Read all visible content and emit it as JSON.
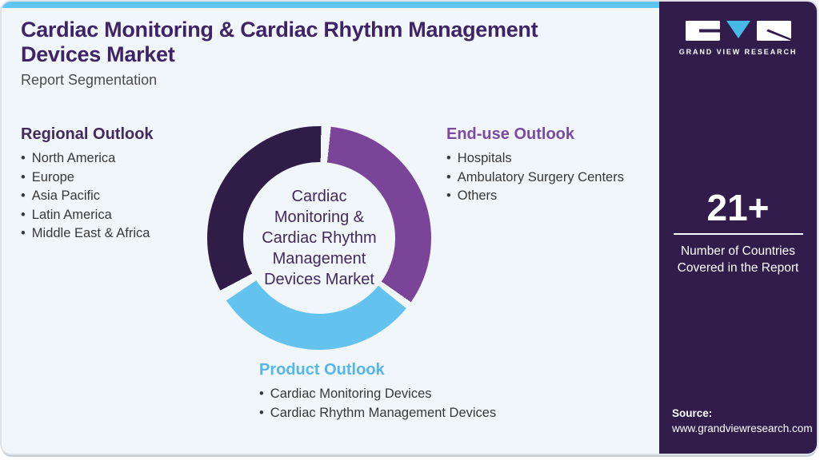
{
  "header": {
    "title_line1": "Cardiac Monitoring & Cardiac Rhythm Management",
    "title_line2": "Devices Market",
    "subtitle": "Report Segmentation"
  },
  "sections": {
    "regional": {
      "heading": "Regional Outlook",
      "accent": "#42295e",
      "items": [
        "North America",
        "Europe",
        "Asia Pacific",
        "Latin America",
        "Middle East & Africa"
      ]
    },
    "enduse": {
      "heading": "End-use Outlook",
      "accent": "#7b4aa3",
      "items": [
        "Hospitals",
        "Ambulatory Surgery Centers",
        "Others"
      ]
    },
    "product": {
      "heading": "Product Outlook",
      "accent": "#55b7e9",
      "items": [
        "Cardiac Monitoring Devices",
        "Cardiac Rhythm Management Devices"
      ]
    }
  },
  "donut": {
    "center_lines": [
      "Cardiac",
      "Monitoring &",
      "Cardiac Rhythm",
      "Management",
      "Devices Market"
    ],
    "rotate_from_deg": 242,
    "stops": [
      {
        "color": "#2f1c47",
        "from": 0,
        "to": 119
      },
      {
        "color": "#f0f6fa",
        "from": 119,
        "to": 124
      },
      {
        "color": "#7a4598",
        "from": 124,
        "to": 243
      },
      {
        "color": "#f0f6fa",
        "from": 243,
        "to": 247
      },
      {
        "color": "#64c2ee",
        "from": 247,
        "to": 354
      },
      {
        "color": "#f0f6fa",
        "from": 354,
        "to": 360
      }
    ]
  },
  "chart_data": {
    "type": "pie",
    "subtype": "donut",
    "title": "Cardiac Monitoring & Cardiac Rhythm Management Devices Market",
    "center_label": "Cardiac Monitoring & Cardiac Rhythm Management Devices Market",
    "segments": [
      {
        "label": "End-use Outlook",
        "color": "#7a4598",
        "arc_deg": 119,
        "approx_share_pct": 34
      },
      {
        "label": "Product Outlook",
        "color": "#64c2ee",
        "arc_deg": 107,
        "approx_share_pct": 31
      },
      {
        "label": "Regional Outlook",
        "color": "#2f1c47",
        "arc_deg": 119,
        "approx_share_pct": 35
      }
    ],
    "legend_position": "around-chart",
    "values_shown_on_chart": false
  },
  "sidebar": {
    "brand": "GRAND VIEW RESEARCH",
    "stat_value": "21+",
    "stat_caption_lines": [
      "Number of Countries",
      "Covered in the Report"
    ],
    "source_label": "Source:",
    "source_url": "www.grandviewresearch.com"
  },
  "colors": {
    "panel_bg": "#f0f6fa",
    "top_accent": "#5ec6f0",
    "sidebar_bg": "#321c4b",
    "title": "#3e2366",
    "body_text": "#383838",
    "donut_dark": "#2f1c47",
    "donut_purple": "#7a4598",
    "donut_blue": "#64c2ee",
    "white": "#ffffff"
  }
}
